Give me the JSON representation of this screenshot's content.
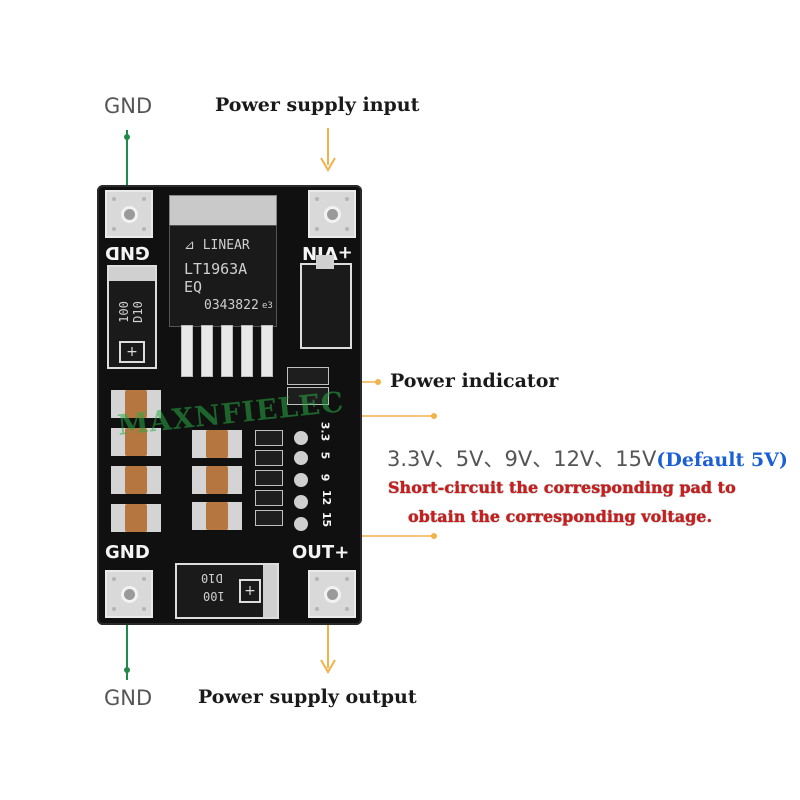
{
  "labels": {
    "gnd_top": "GND",
    "gnd_bottom": "GND",
    "power_input": "Power supply input",
    "power_output": "Power supply output",
    "power_indicator": "Power indicator",
    "voltages": "3.3V、5V、9V、12V、15V",
    "default": "(Default 5V)",
    "instruction_line1": "Short-circuit the corresponding pad to",
    "instruction_line2": "obtain the corresponding voltage."
  },
  "board": {
    "silk_gnd_top": "GND",
    "silk_vin": "+VIN",
    "silk_gnd_bottom": "GND",
    "silk_out": "OUT+",
    "ldo_brand": "LINEAR",
    "ldo_part": "LT1963A",
    "ldo_suffix": "EQ",
    "ldo_code": "0343822",
    "ldo_rev": "e3",
    "diode_top_value": "100",
    "diode_top_code": "D10",
    "diode_bottom_value": "100",
    "diode_bottom_code": "D10",
    "voltage_marks": [
      "3.3",
      "5",
      "9",
      "12",
      "15"
    ],
    "watermark": "MAXNFIELEC"
  },
  "colors": {
    "accent_orange": "#f0b24a",
    "gnd_green": "#1f8a4c",
    "default_blue": "#1a5fd6",
    "instruction_red": "#d11a1a"
  }
}
